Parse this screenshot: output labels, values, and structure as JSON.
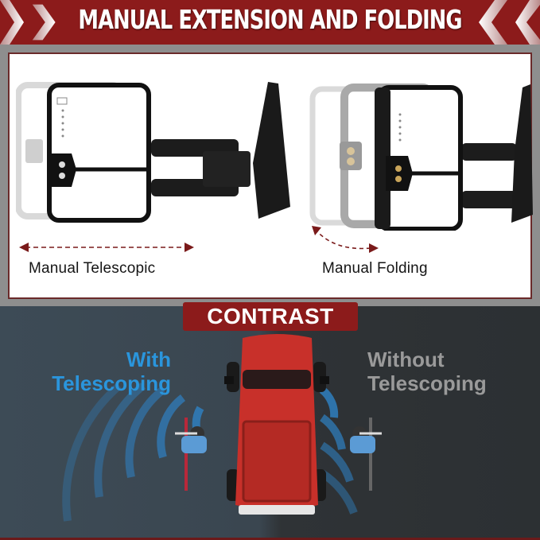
{
  "banner": {
    "title": "MANUAL EXTENSION AND FOLDING",
    "background_color": "#8c1b1b",
    "chevron_color": "#f2e4e4"
  },
  "panels": {
    "left": {
      "label": "Manual Telescopic",
      "arrow": "double-headed-dashed-horizontal",
      "arrow_color": "#7a1a1a"
    },
    "right": {
      "label": "Manual Folding",
      "arrow": "double-headed-dashed-curved",
      "arrow_color": "#7a1a1a"
    }
  },
  "contrast": {
    "title": "CONTRAST",
    "with": {
      "line1": "With",
      "line2": "Telescoping",
      "color": "#2a95dc"
    },
    "without": {
      "line1": "Without",
      "line2": "Telescoping",
      "color": "#9a9a9a"
    }
  },
  "colors": {
    "accent_red": "#8c1b1b",
    "frame_gray": "#8e8e8e",
    "dark_left": "#3d4b56",
    "dark_right": "#2c3033",
    "signal_blue": "#2f7fbf",
    "truck_red": "#c8302a"
  }
}
